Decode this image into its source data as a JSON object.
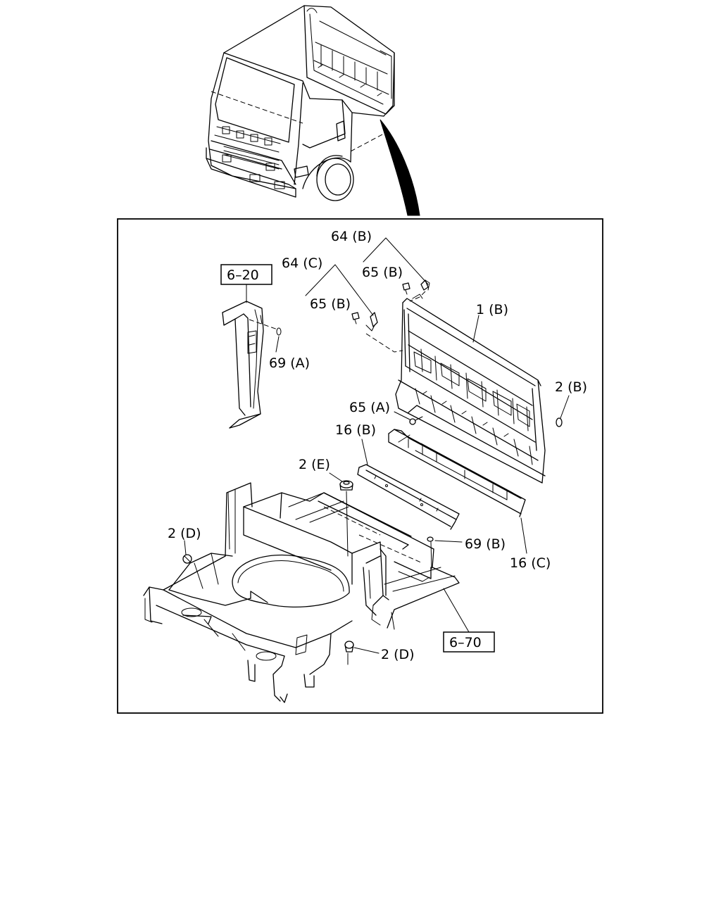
{
  "diagram": {
    "callouts": {
      "c_64B": "64 (B)",
      "c_65B_top": "65 (B)",
      "c_64C": "64 (C)",
      "c_65B_mid": "65 (B)",
      "c_1B": "1 (B)",
      "c_69A": "69 (A)",
      "c_2B": "2 (B)",
      "c_65A": "65 (A)",
      "c_16B": "16 (B)",
      "c_2E": "2 (E)",
      "c_2D_left": "2 (D)",
      "c_69B": "69 (B)",
      "c_16C": "16 (C)",
      "c_2D_bottom": "2 (D)"
    },
    "references": {
      "ref_620": "6–20",
      "ref_670": "6–70"
    }
  }
}
